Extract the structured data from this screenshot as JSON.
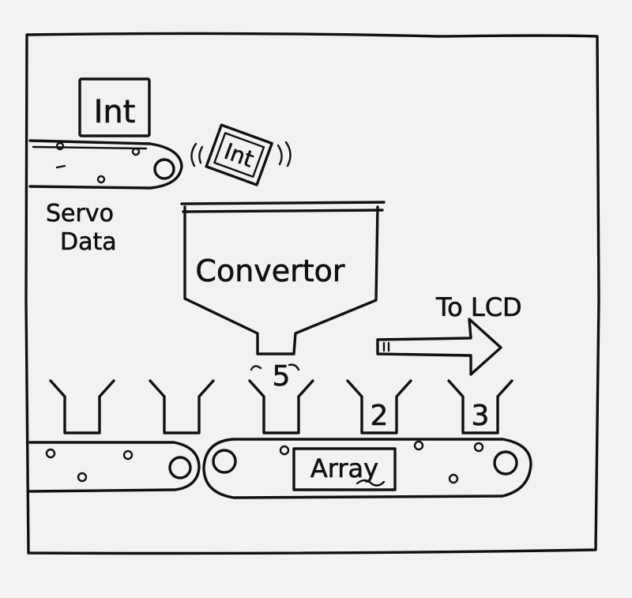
{
  "labels": {
    "int_box": "Int",
    "int_tilted": "Int",
    "servo_line1": "Servo",
    "servo_line2": "Data",
    "convertor": "Convertor",
    "to_lcd": "To LCD",
    "array": "Array"
  },
  "cups": [
    "",
    "",
    "5",
    "2",
    "3"
  ],
  "colors": {
    "ink": "#111111",
    "paper": "#f2f2f0"
  }
}
